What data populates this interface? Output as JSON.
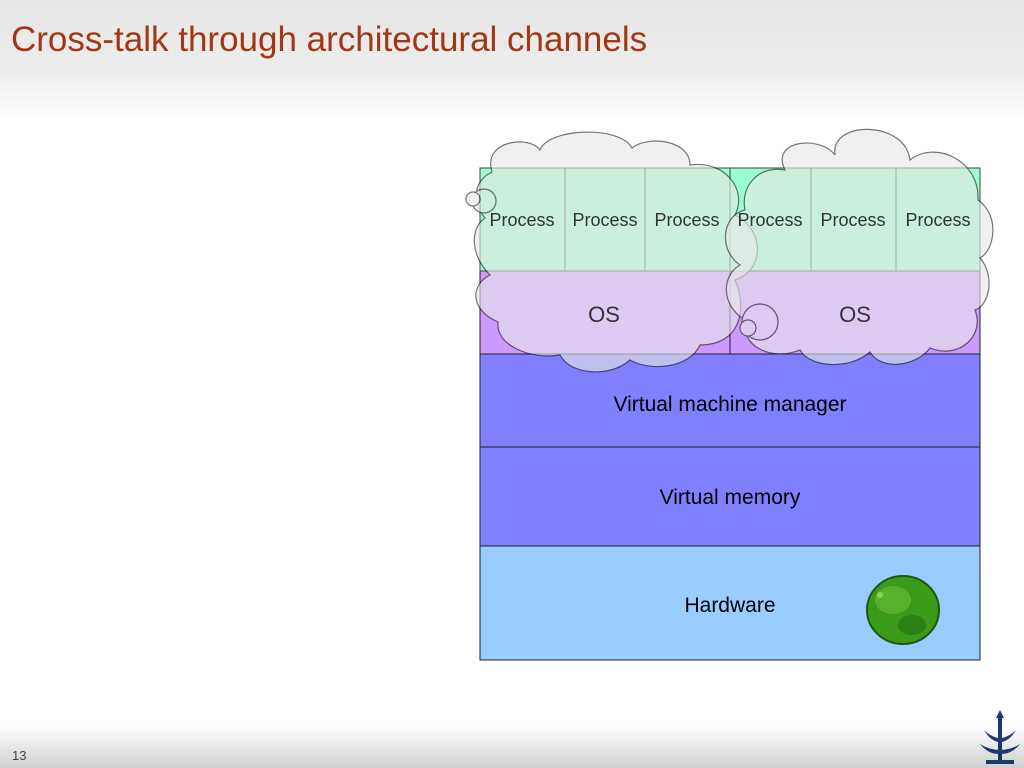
{
  "slide": {
    "title": "Cross-talk through architectural channels",
    "page_number": "13"
  },
  "diagram": {
    "layers": {
      "hardware": "Hardware",
      "virtual_memory": "Virtual memory",
      "vmm": "Virtual machine manager"
    },
    "vm_left": {
      "os": "OS",
      "processes": [
        "Process",
        "Process",
        "Process"
      ]
    },
    "vm_right": {
      "os": "OS",
      "processes": [
        "Process",
        "Process",
        "Process"
      ]
    },
    "colors": {
      "title": "#a23712",
      "process": "#b4f4d8",
      "os": "#d6b6fb",
      "vmm": "#8080ff",
      "hardware": "#99ccff",
      "cloud_fill": "#e8e8e8",
      "lime": "#3a9a1a"
    },
    "icons": [
      "thought-cloud-left",
      "thought-cloud-right",
      "lime-image",
      "university-logo"
    ]
  }
}
